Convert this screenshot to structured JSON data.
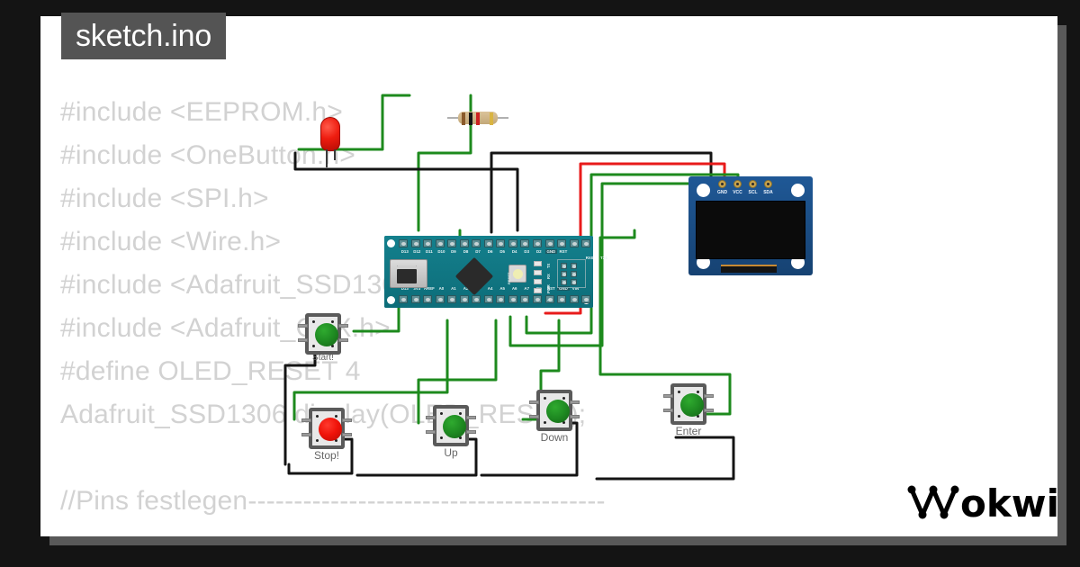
{
  "app": {
    "name": "Wokwi",
    "logo_text": "wokwi"
  },
  "editor": {
    "tab_label": "sketch.ino",
    "code_lines": [
      "#include <EEPROM.h>",
      "#include <OneButton.h>",
      "#include <SPI.h>",
      "#include <Wire.h>",
      "#include <Adafruit_SSD1306.h>",
      "#include <Adafruit_GFX.h>",
      "#define OLED_RESET 4",
      "Adafruit_SSD1306 display(OLED_RESET);",
      "",
      "//Pins festlegen---------------------------------------"
    ]
  },
  "diagram": {
    "board": {
      "name": "Arduino Nano",
      "top_pins": [
        "D13",
        "D12",
        "D11",
        "D10",
        "D9",
        "D8",
        "D7",
        "D6",
        "D5",
        "D4",
        "D3",
        "D2",
        "GND",
        "RST",
        "RX0",
        "TX1"
      ],
      "bottom_pins": [
        "D13",
        "3V3",
        "AREF",
        "A0",
        "A1",
        "A2",
        "A3",
        "A4",
        "A5",
        "A6",
        "A7",
        "5V",
        "RST",
        "GND",
        "VIN"
      ],
      "side_labels": [
        "TX",
        "RX",
        "PWR",
        "L",
        "RESET"
      ]
    },
    "oled": {
      "name": "SSD1306 OLED",
      "pins": [
        "GND",
        "VCC",
        "SCL",
        "SDA"
      ]
    },
    "buttons": [
      {
        "label": "Start!",
        "color": "green"
      },
      {
        "label": "Stop!",
        "color": "red"
      },
      {
        "label": "Up",
        "color": "green"
      },
      {
        "label": "Down",
        "color": "green"
      },
      {
        "label": "Enter",
        "color": "green"
      }
    ],
    "led": {
      "name": "LED",
      "color": "red"
    },
    "resistor": {
      "name": "Resistor",
      "bands": [
        "#8a5a2b",
        "#141414",
        "#cc2222",
        "#d9b441"
      ]
    },
    "wire_colors": {
      "signal": "#1d8a1d",
      "power": "#e81b1b",
      "ground": "#141414"
    }
  },
  "theme": {
    "page_background": "#141414",
    "canvas_background": "#ffffff",
    "shadow": "#595959",
    "tab_background": "#545454",
    "tab_text": "#ffffff",
    "code_text": "#d2d2d2",
    "board_pcb": "#0f7a87",
    "oled_pcb": "#1b4f8c"
  }
}
